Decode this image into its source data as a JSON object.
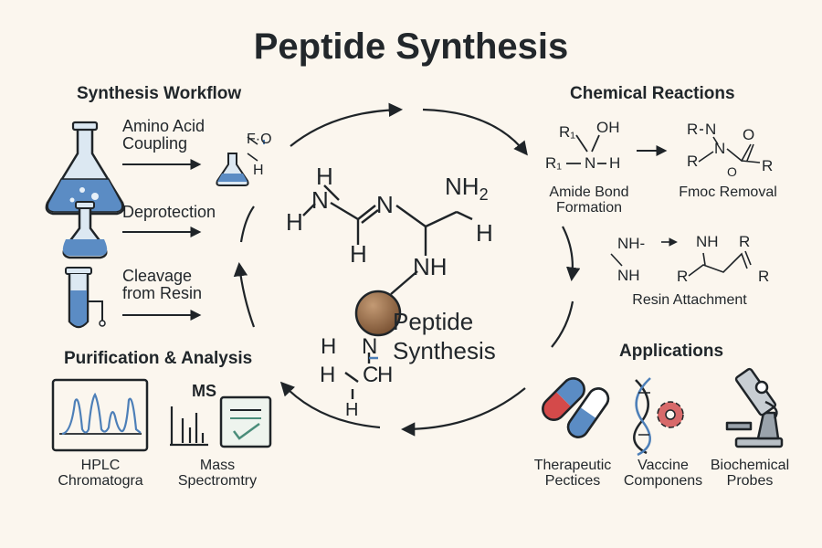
{
  "title": "Peptide Synthesis",
  "workflow": {
    "heading": "Synthesis Workflow",
    "steps": [
      {
        "label": "Amino Acid\nCoupling"
      },
      {
        "label": "Deprotection"
      },
      {
        "label": "Cleavage\nfrom Resin"
      }
    ],
    "flask_atoms": {
      "top": "F·O",
      "bottom": "H"
    }
  },
  "reactions": {
    "heading": "Chemical Reactions",
    "amide": {
      "caption": "Amide Bond\nFormation",
      "r_top": "R₁",
      "oh": "OH",
      "r_bottom": "R₁",
      "n": "N",
      "h": "H"
    },
    "fmoc": {
      "caption": "Fmoc Removal",
      "r_top": "R",
      "n_top": "N",
      "r_mid": "R",
      "n_mid": "N",
      "o_top": "O",
      "o_bottom": "O",
      "r_right": "R"
    },
    "resin": {
      "caption": "Resin Attachment",
      "nh_top": "NH-",
      "nh_bottom": "NH",
      "nh_right": "NH",
      "r_left": "R",
      "r_top": "R",
      "r_right": "R"
    }
  },
  "center": {
    "label": "Peptide\nSynthesis",
    "atoms": {
      "h1": "H",
      "n1": "N",
      "h2": "H",
      "h3": "H",
      "n2": "N",
      "nh2": "NH",
      "nh2_sub": "2",
      "h4": "H",
      "nh": "NH",
      "bh1": "H",
      "bn": "N",
      "bh2": "H",
      "bc": "C",
      "bh3": "H",
      "bh4": "H"
    }
  },
  "purification": {
    "heading": "Purification & Analysis",
    "hplc_caption": "HPLC\nChromatogra",
    "ms_label": "MS",
    "ms_caption": "Mass\nSpectromtry"
  },
  "applications": {
    "heading": "Applications",
    "items": [
      {
        "caption": "Therapeutic\nPectices"
      },
      {
        "caption": "Vaccine\nComponens"
      },
      {
        "caption": "Biochemical\nProbes"
      }
    ]
  },
  "colors": {
    "ink": "#1f2428",
    "liquid": "#5b8cc4",
    "glass": "#dce8f2",
    "bead": "#8a6242",
    "red": "#d44a4a",
    "blue_accent": "#4d7fb8",
    "gear": "#d86a6a"
  }
}
